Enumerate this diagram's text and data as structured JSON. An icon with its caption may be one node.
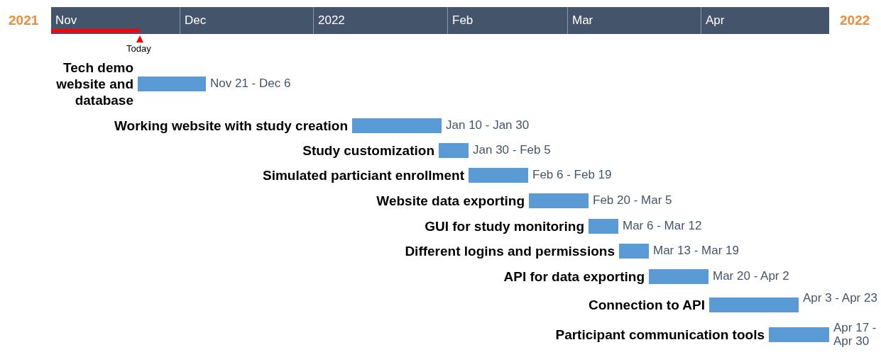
{
  "diagram": {
    "nodes": [
      {
        "text": [
          "Tech demo website and database"
        ],
        "beside": [
          "Nov 21 - Dec 6"
        ]
      },
      {
        "text": [
          "Working website with study creation"
        ],
        "beside": [
          "Jan 10 - Jan 30"
        ]
      },
      {
        "text": [
          "Study customization"
        ],
        "beside": [
          "Jan 30 - Feb 5"
        ]
      },
      {
        "text": [
          "Simulated particiant enrollment"
        ],
        "beside": [
          "Feb 6 - Feb 19"
        ]
      },
      {
        "text": [
          "Website data exporting"
        ],
        "beside": [
          "Feb 20 - Mar 5"
        ]
      },
      {
        "text": [
          "GUI for study monitoring"
        ],
        "beside": [
          "Mar 6 - Mar 12"
        ]
      },
      {
        "text": [
          "Different logins and permissions"
        ],
        "beside": [
          "Mar 13 - Mar 19"
        ]
      },
      {
        "text": [
          "API for data exporting"
        ],
        "beside": [
          "Mar 20 - Apr 2"
        ]
      },
      {
        "text": [
          "Connection to API"
        ],
        "beside": [
          "Apr 3 - Apr 23"
        ]
      },
      {
        "text": [
          "Participant communication tools"
        ],
        "beside": [
          "Apr 17 - Apr 30"
        ]
      }
    ],
    "labels": [
      "2021",
      "Nov",
      "Dec",
      "2022",
      "Feb",
      "Mar",
      "Apr",
      "2022",
      "Today"
    ]
  }
}
